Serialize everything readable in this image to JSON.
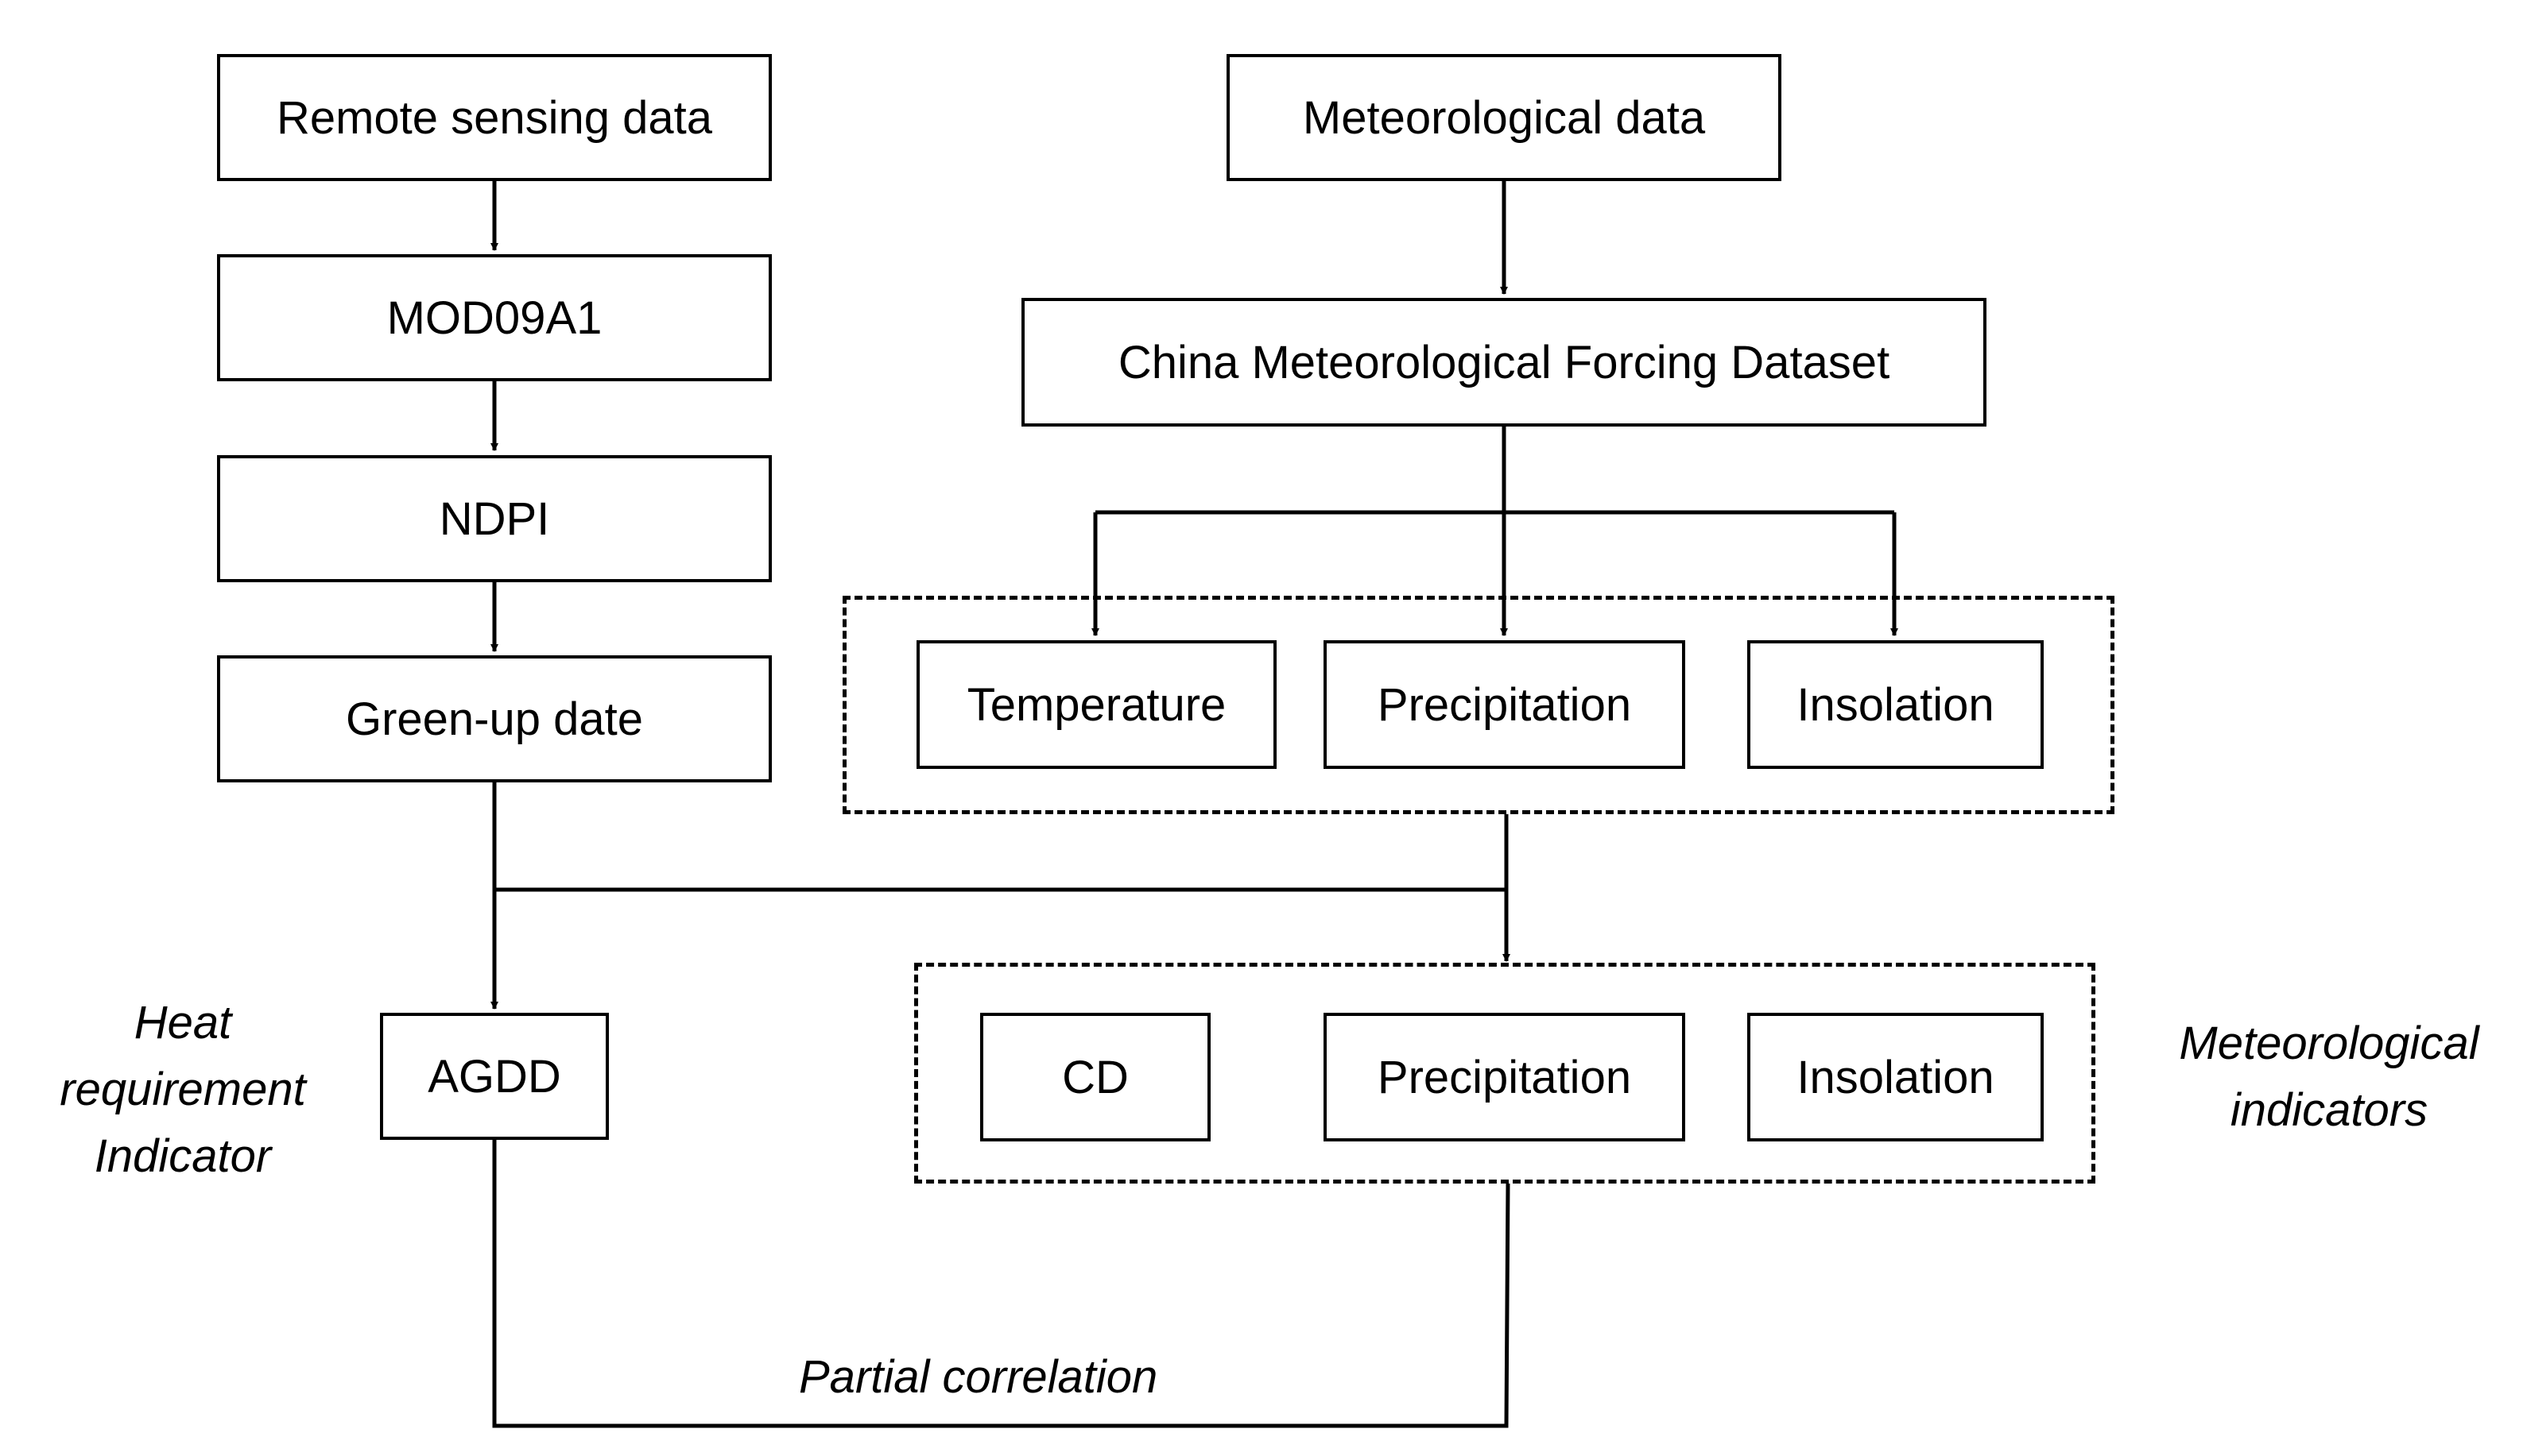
{
  "nodes": {
    "remote_sensing": "Remote sensing data",
    "mod09a1": "MOD09A1",
    "ndpi": "NDPI",
    "green_up": "Green-up date",
    "agdd": "AGDD",
    "meteorological_data": "Meteorological data",
    "cmfd": "China Meteorological Forcing Dataset",
    "temperature": "Temperature",
    "precipitation_1": "Precipitation",
    "insolation_1": "Insolation",
    "cd": "CD",
    "precipitation_2": "Precipitation",
    "insolation_2": "Insolation"
  },
  "labels": {
    "heat_requirement": [
      "Heat",
      "requirement",
      "Indicator"
    ],
    "meteorological_indicators": [
      "Meteorological",
      "indicators"
    ],
    "partial_correlation": "Partial correlation"
  },
  "colors": {
    "line": "#000000",
    "background": "#ffffff"
  }
}
